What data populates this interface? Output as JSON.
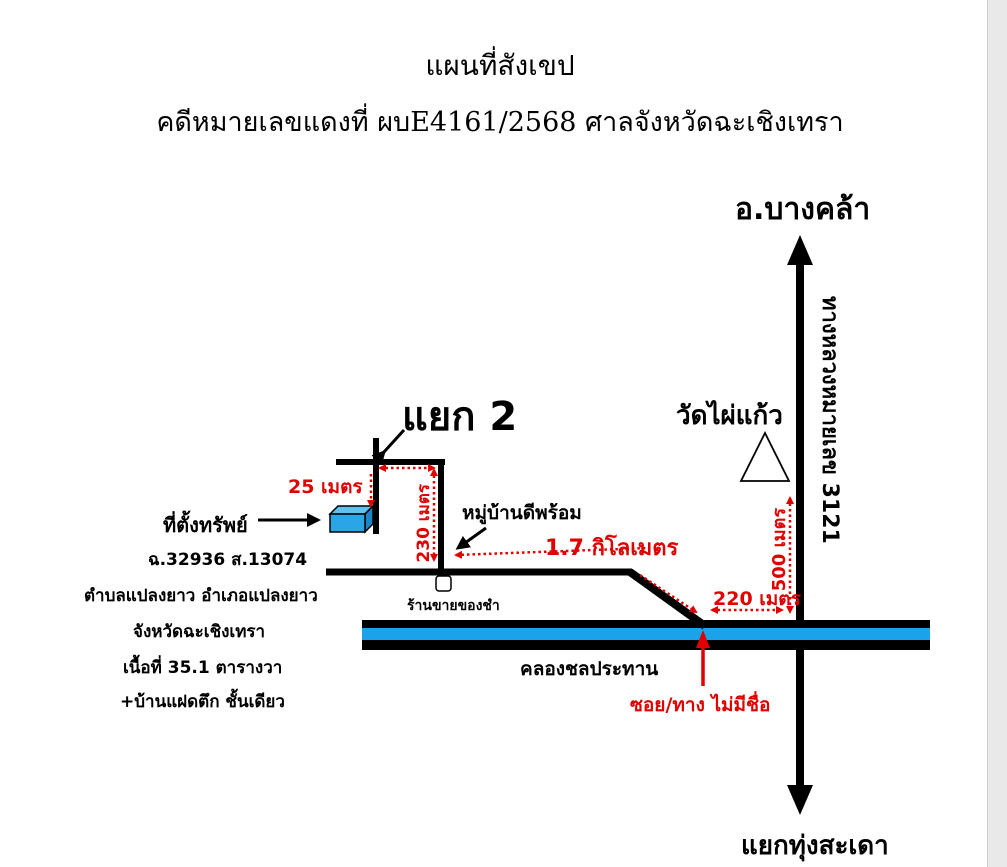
{
  "title": "แผนที่สังเขป",
  "case_line": "คดีหมายเลขแดงที่ ผบE4161/2568  ศาลจังหวัดฉะเชิงเทรา",
  "labels": {
    "north": "อ.บางคล้า",
    "south": "แยกทุ่งสะเดา",
    "highway": "ทางหลวงหมายเลข 3121",
    "junction": "แยก 2",
    "temple": "วัดไผ่แก้ว",
    "village": "หมู่บ้านดีพร้อม",
    "shop": "ร้านขายของชำ",
    "canal": "คลองชลประทาน",
    "soi": "ซอย/ทาง ไม่มีชื่อ",
    "property": "ที่ตั้งทรัพย์"
  },
  "distances": {
    "d25": "25 เมตร",
    "d230": "230 เมตร",
    "d17": "1.7 กิโลเมตร",
    "d220": "220 เมตร",
    "d500": "500 เมตร"
  },
  "property_info": [
    "ฉ.32936  ส.13074",
    "ตำบลแปลงยาว  อำเภอแปลงยาว",
    "จังหวัดฉะเชิงเทรา",
    "เนื้อที่   35.1  ตารางวา",
    "+บ้านแฝดตึก ชั้นเดียว"
  ],
  "colors": {
    "road": "#000000",
    "canal": "#1aa3e8",
    "distance": "#e00000",
    "property": "#2aa6e6"
  }
}
